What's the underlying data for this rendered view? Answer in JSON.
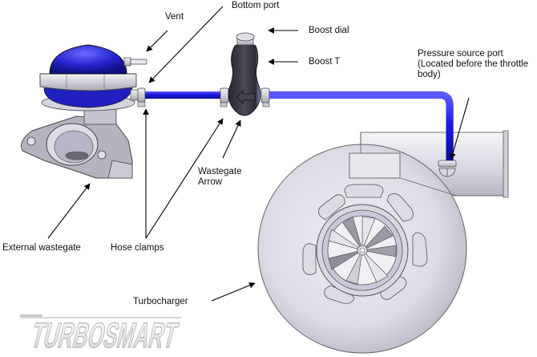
{
  "diagram": {
    "title": "Turbosmart boost control plumbing",
    "labels": {
      "vent": "Vent",
      "bottom_port": "Bottom port",
      "boost_dial": "Boost dial",
      "boost_t": "Boost T",
      "pressure_source_line1": "Pressure source port",
      "pressure_source_line2": "(Located before the throttle",
      "pressure_source_line3": "body)",
      "wastegate_arrow_line1": "Wastegate",
      "wastegate_arrow_line2": "Arrow",
      "external_wastegate": "External wastegate",
      "hose_clamps": "Hose clamps",
      "turbocharger": "Turbocharger"
    },
    "logo": {
      "text": "TURBOSMART"
    },
    "colors": {
      "hose": "#1a1ad6",
      "actuator": "#2a2ac8",
      "metal": "#d8d8e0",
      "boost_t_body": "#3a3a44",
      "arrow": "#000000"
    }
  }
}
